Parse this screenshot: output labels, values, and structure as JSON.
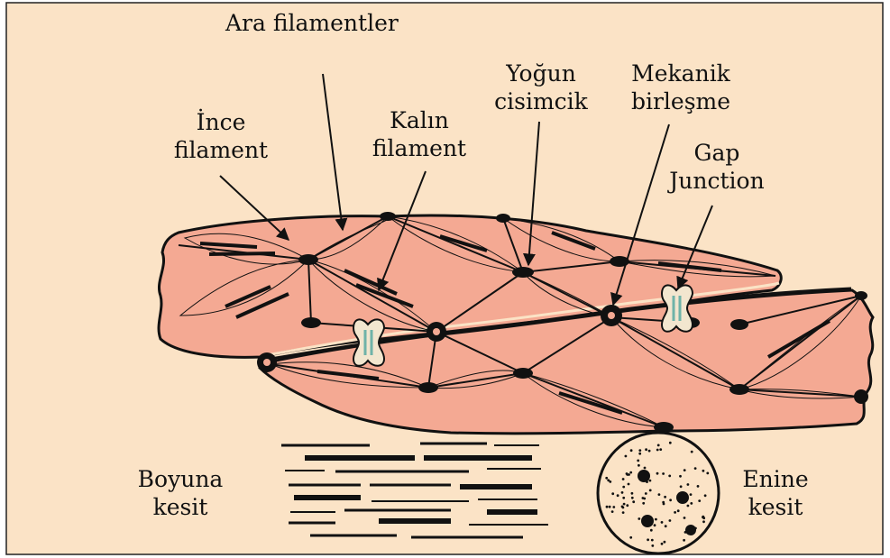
{
  "colors": {
    "background": "#fbe3c6",
    "cell_fill": "#f4a993",
    "outline": "#111111",
    "gap_junction_fill": "#f2e6cf",
    "gap_junction_channel": "#9fd0c8"
  },
  "labels": {
    "intermediate_filaments": "Ara filamentler",
    "thin_filament_line1": "İnce",
    "thin_filament_line2": "filament",
    "thick_filament_line1": "Kalın",
    "thick_filament_line2": "filament",
    "dense_body_line1": "Yoğun",
    "dense_body_line2": "cisimcik",
    "mechanical_junction_line1": "Mekanik",
    "mechanical_junction_line2": "birleşme",
    "gap_junction_line1": "Gap",
    "gap_junction_line2": "Junction",
    "longitudinal_section_line1": "Boyuna",
    "longitudinal_section_line2": "kesit",
    "cross_section_line1": "Enine",
    "cross_section_line2": "kesit"
  }
}
